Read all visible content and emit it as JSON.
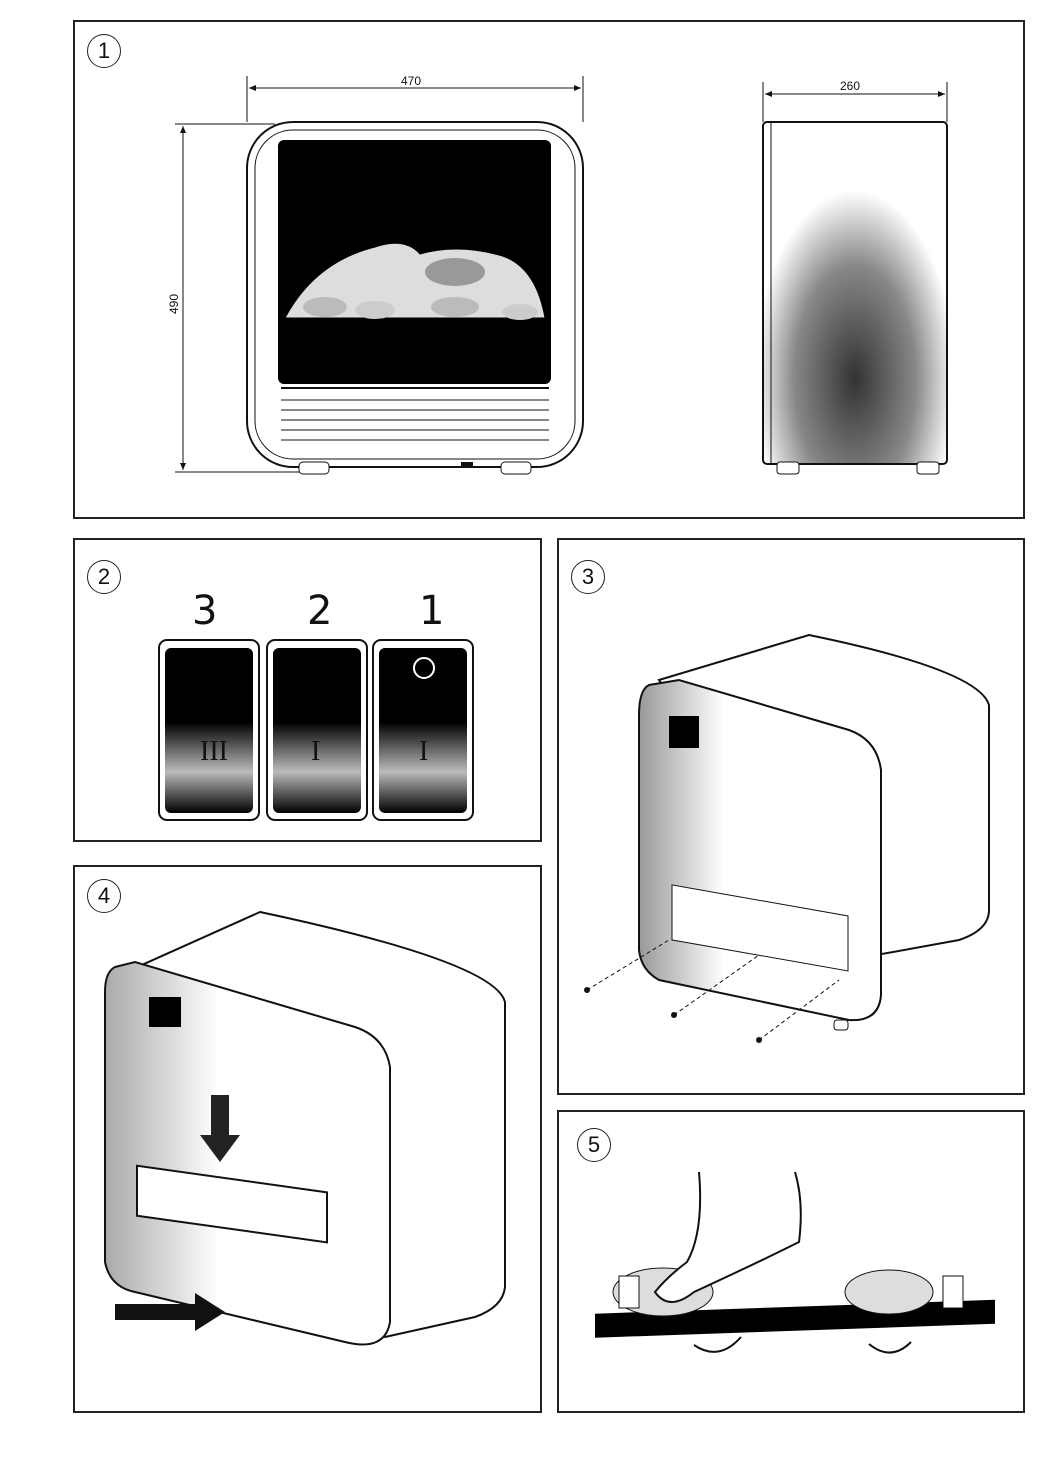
{
  "panels": [
    {
      "number": "1"
    },
    {
      "number": "2"
    },
    {
      "number": "3"
    },
    {
      "number": "4"
    },
    {
      "number": "5"
    }
  ],
  "dimensions": {
    "width": "470",
    "height": "490",
    "depth": "260"
  },
  "switches": [
    {
      "label": "3",
      "symbol": "III"
    },
    {
      "label": "2",
      "symbol": "I"
    },
    {
      "label": "1",
      "symbol": "I"
    }
  ]
}
